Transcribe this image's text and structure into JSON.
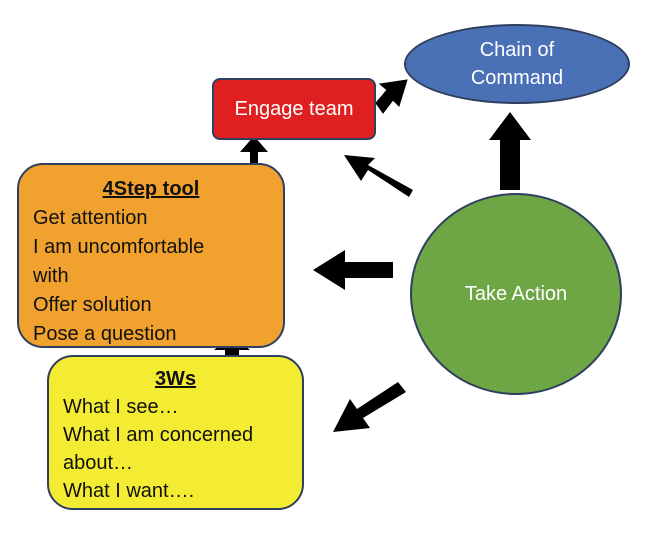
{
  "chain_of_command": {
    "line1": "Chain of",
    "line2": "Command"
  },
  "engage_team": "Engage team",
  "take_action": "Take Action",
  "four_step": {
    "title": "4Step tool",
    "items": [
      "Get attention",
      "I am uncomfortable",
      "with",
      "Offer solution",
      "Pose a question"
    ]
  },
  "three_ws": {
    "title": "3Ws",
    "items": [
      "What I see…",
      "What I am concerned",
      "about…",
      "What I want…."
    ]
  },
  "colors": {
    "chain": "#4a71b6",
    "engage": "#e02020",
    "take_action": "#6ea646",
    "four_step": "#f1a22e",
    "three_ws": "#f4eb33",
    "arrow": "#000000"
  }
}
